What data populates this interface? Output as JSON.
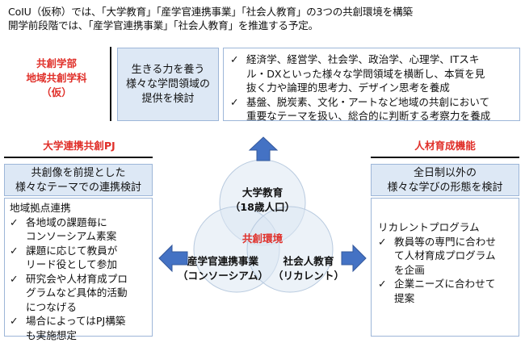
{
  "intro": {
    "line1": "CoIU（仮称）では、「大学教育」「産学官連携事業」「社会人教育」の3つの共創環境を構築",
    "line2": "開学前段階では、「産学官連携事業」「社会人教育」を推進する予定。"
  },
  "faculty": {
    "line1": "共創学部",
    "line2": "地域共創学科",
    "line3": "（仮）"
  },
  "learning_box": {
    "line1": "生きる力を養う",
    "line2": "様々な学問領域の",
    "line3": "提供を検討"
  },
  "fields_box": {
    "check": "✓",
    "items": [
      {
        "lines": [
          "経済学、経営学、社会学、政治学、心理学、ITスキ",
          "ル・DXといった様々な学問領域を横断し、本質を見",
          "抜く力や論理的思考力、デザイン思考を養成"
        ]
      },
      {
        "lines": [
          "基盤、脱炭素、文化・アートなど地域の共創において",
          "重要なテーマを扱い、総合的に判断する考察力を養成"
        ]
      }
    ]
  },
  "univ_pj": {
    "title": "大学連携共創PJ",
    "head_line1": "共創像を前提とした",
    "head_line2": "様々なテーマでの連携検討",
    "subhead": "地域拠点連携",
    "check": "✓",
    "items": [
      {
        "lines": [
          "各地域の課題毎に",
          "コンソーシアム素案"
        ]
      },
      {
        "lines": [
          "課題に応じて教員が",
          "リード役として参加"
        ]
      },
      {
        "lines": [
          "研究会や人材育成プロ",
          "グラムなど具体的活動",
          "につなげる"
        ]
      },
      {
        "lines": [
          "場合によってはPJ構築",
          "も実施想定"
        ]
      }
    ]
  },
  "hr": {
    "title": "人材育成機能",
    "head_line1": "全日制以外の",
    "head_line2": "様々な学びの形態を検討",
    "subhead": "リカレントプログラム",
    "check": "✓",
    "items": [
      {
        "lines": [
          "教員等の専門に合わせ",
          "て人材育成プログラム",
          "を企画"
        ]
      },
      {
        "lines": [
          "企業ニーズに合わせて",
          "提案"
        ]
      }
    ]
  },
  "venn": {
    "top_line1": "大学教育",
    "top_line2": "（18歳人口）",
    "center": "共創環境",
    "left_line1": "産学官連携事業",
    "left_line2": "（コンソーシアム）",
    "right_line1": "社会人教育",
    "right_line2": "（リカレント）"
  },
  "colors": {
    "accent_red": "#e0302a",
    "arrow_blue": "#4472c4",
    "box_fill": "#dde8f5",
    "box_border": "#9db6d8"
  }
}
